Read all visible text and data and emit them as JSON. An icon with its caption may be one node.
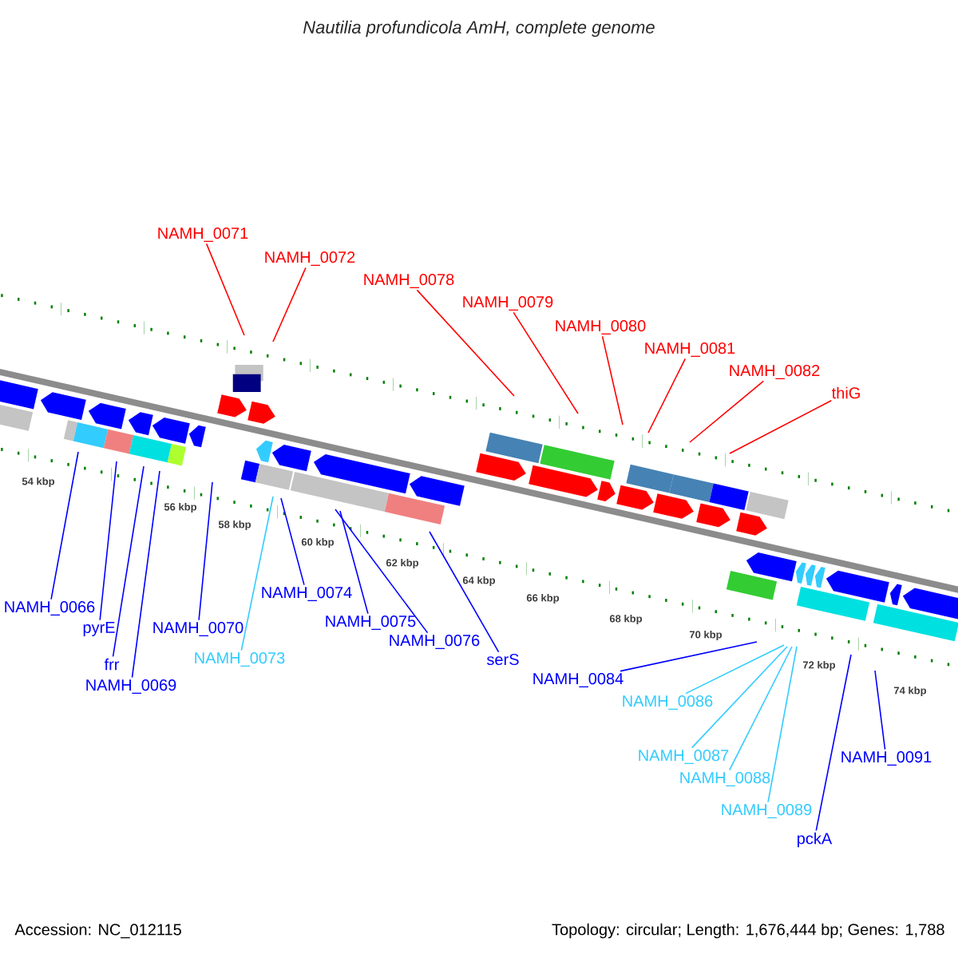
{
  "diagram": {
    "title": "Nautilia profundicola AmH, complete genome",
    "nodes": [
      {
        "text": [
          "NAMH_0071"
        ]
      },
      {
        "text": [
          "NAMH_0072"
        ]
      },
      {
        "text": [
          "NAMH_0078"
        ]
      },
      {
        "text": [
          "NAMH_0079"
        ]
      },
      {
        "text": [
          "NAMH_0080"
        ]
      },
      {
        "text": [
          "NAMH_0081"
        ]
      },
      {
        "text": [
          "NAMH_0082"
        ]
      },
      {
        "text": [
          "thiG"
        ]
      },
      {
        "text": [
          "NAMH_0066"
        ]
      },
      {
        "text": [
          "pyrE"
        ]
      },
      {
        "text": [
          "frr"
        ]
      },
      {
        "text": [
          "NAMH_0069"
        ]
      },
      {
        "text": [
          "NAMH_0070"
        ]
      },
      {
        "text": [
          "NAMH_0073"
        ]
      },
      {
        "text": [
          "NAMH_0074"
        ]
      },
      {
        "text": [
          "NAMH_0075"
        ]
      },
      {
        "text": [
          "NAMH_0076"
        ]
      },
      {
        "text": [
          "serS"
        ]
      },
      {
        "text": [
          "NAMH_0084"
        ]
      },
      {
        "text": [
          "NAMH_0086"
        ]
      },
      {
        "text": [
          "NAMH_0087"
        ]
      },
      {
        "text": [
          "NAMH_0088"
        ]
      },
      {
        "text": [
          "NAMH_0089"
        ]
      },
      {
        "text": [
          "pckA"
        ]
      },
      {
        "text": [
          "NAMH_0091"
        ]
      }
    ],
    "edges": [
      {
        "from": 0,
        "to": null,
        "arrow": "none",
        "color": "#ff0000"
      },
      {
        "from": 1,
        "to": null,
        "arrow": "none",
        "color": "#ff0000"
      },
      {
        "from": 2,
        "to": null,
        "arrow": "none",
        "color": "#ff0000"
      },
      {
        "from": 3,
        "to": null,
        "arrow": "none",
        "color": "#ff0000"
      },
      {
        "from": 4,
        "to": null,
        "arrow": "none",
        "color": "#ff0000"
      },
      {
        "from": 5,
        "to": null,
        "arrow": "none",
        "color": "#ff0000"
      },
      {
        "from": 6,
        "to": null,
        "arrow": "none",
        "color": "#ff0000"
      },
      {
        "from": 7,
        "to": null,
        "arrow": "none",
        "color": "#ff0000"
      },
      {
        "from": 8,
        "to": null,
        "arrow": "none"
      },
      {
        "from": 9,
        "to": null,
        "arrow": "none"
      },
      {
        "from": 10,
        "to": null,
        "arrow": "none"
      },
      {
        "from": 11,
        "to": null,
        "arrow": "none"
      },
      {
        "from": 12,
        "to": null,
        "arrow": "none"
      },
      {
        "from": 13,
        "to": null,
        "arrow": "none",
        "color": "#33ccff"
      },
      {
        "from": 14,
        "to": null,
        "arrow": "none"
      },
      {
        "from": 15,
        "to": null,
        "arrow": "none"
      },
      {
        "from": 16,
        "to": null,
        "arrow": "none"
      },
      {
        "from": 17,
        "to": null,
        "arrow": "none"
      },
      {
        "from": 18,
        "to": null,
        "arrow": "none"
      },
      {
        "from": 19,
        "to": null,
        "arrow": "none",
        "color": "#33ccff"
      },
      {
        "from": 20,
        "to": null,
        "arrow": "none",
        "color": "#33ccff"
      },
      {
        "from": 21,
        "to": null,
        "arrow": "none",
        "color": "#33ccff"
      },
      {
        "from": 22,
        "to": null,
        "arrow": "none",
        "color": "#33ccff"
      },
      {
        "from": 23,
        "to": null,
        "arrow": "none"
      },
      {
        "from": 24,
        "to": null,
        "arrow": "none"
      }
    ],
    "labels": [
      "54 kbp",
      "56 kbp",
      "58 kbp",
      "60 kbp",
      "62 kbp",
      "64 kbp",
      "66 kbp",
      "68 kbp",
      "70 kbp",
      "72 kbp",
      "74 kbp",
      "Accession: NC_012115",
      "Topology: circular; Length: 1,676,444 bp; Genes: 1,788"
    ]
  }
}
